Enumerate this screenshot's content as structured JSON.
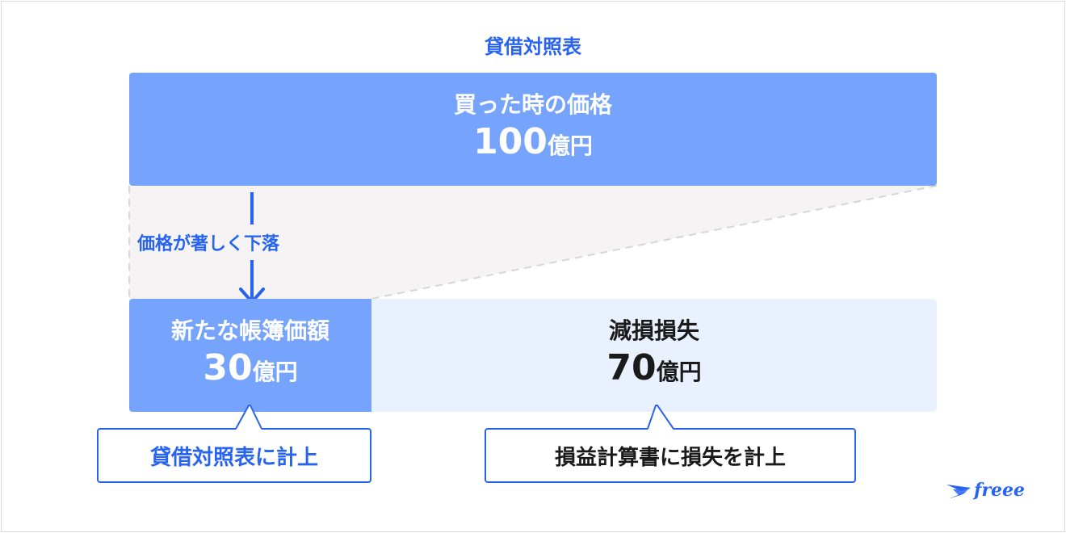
{
  "title": "貸借対照表",
  "original_price": {
    "label": "買った時の価格",
    "amount": "100",
    "unit": "億円"
  },
  "drop_label": "価格が著しく下落",
  "new_book_value": {
    "label": "新たな帳簿価額",
    "amount": "30",
    "unit": "億円"
  },
  "impairment_loss": {
    "label": "減損損失",
    "amount": "70",
    "unit": "億円"
  },
  "callouts": {
    "balance_sheet": "貸借対照表に計上",
    "income_statement": "損益計算書に損失を計上"
  },
  "logo": {
    "text": "freee"
  },
  "colors": {
    "accent": "#2864f0",
    "box_blue": "#76a4fc",
    "box_light": "#e9f1fe",
    "projection": "#f5f3f3"
  }
}
